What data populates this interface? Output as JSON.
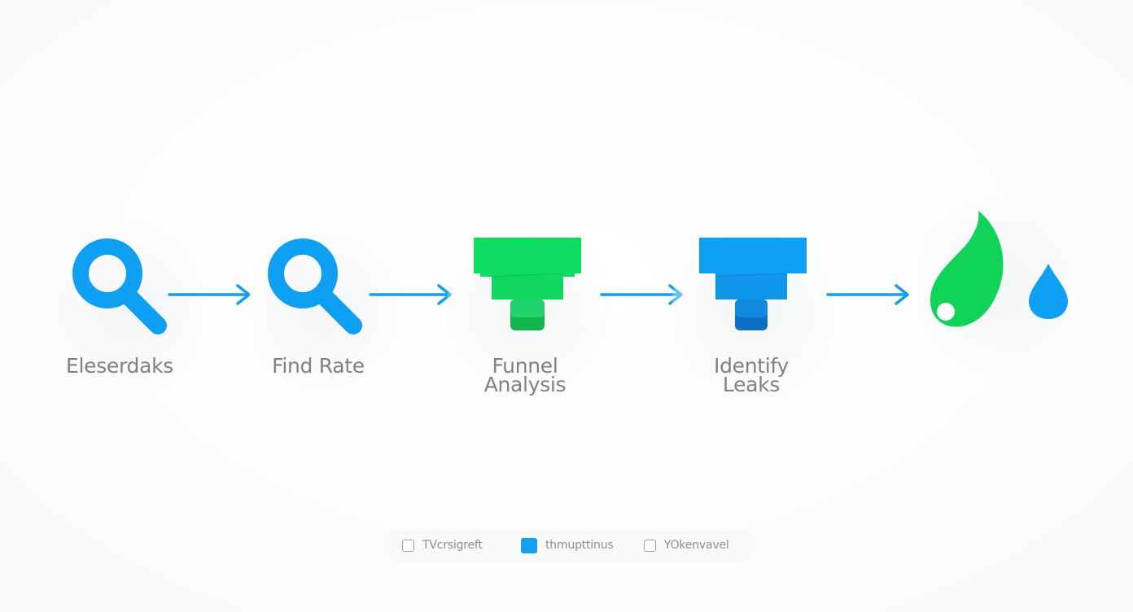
{
  "colors": {
    "blue": "#0ea0f2",
    "blue_dark": "#0b73c9",
    "green": "#0fdc62",
    "green_dark": "#15a84b",
    "label_gray": "#7d8287"
  },
  "steps": [
    {
      "icon": "magnifier-icon",
      "label": "Eleserdaks"
    },
    {
      "icon": "magnifier-icon",
      "label": "Find Rate"
    },
    {
      "icon": "funnel-icon",
      "label_line1": "Funnel",
      "label_line2": "Analysis"
    },
    {
      "icon": "funnel-icon",
      "label_line1": "Identify",
      "label_line2": "Leaks"
    },
    {
      "icon": "leaf-drop-icon"
    }
  ],
  "legend": {
    "items": [
      {
        "label": "TVcrsigreft",
        "checked": false
      },
      {
        "label": "thmupttinus",
        "checked": true
      },
      {
        "label": "YOkenvavel",
        "checked": false
      }
    ]
  }
}
